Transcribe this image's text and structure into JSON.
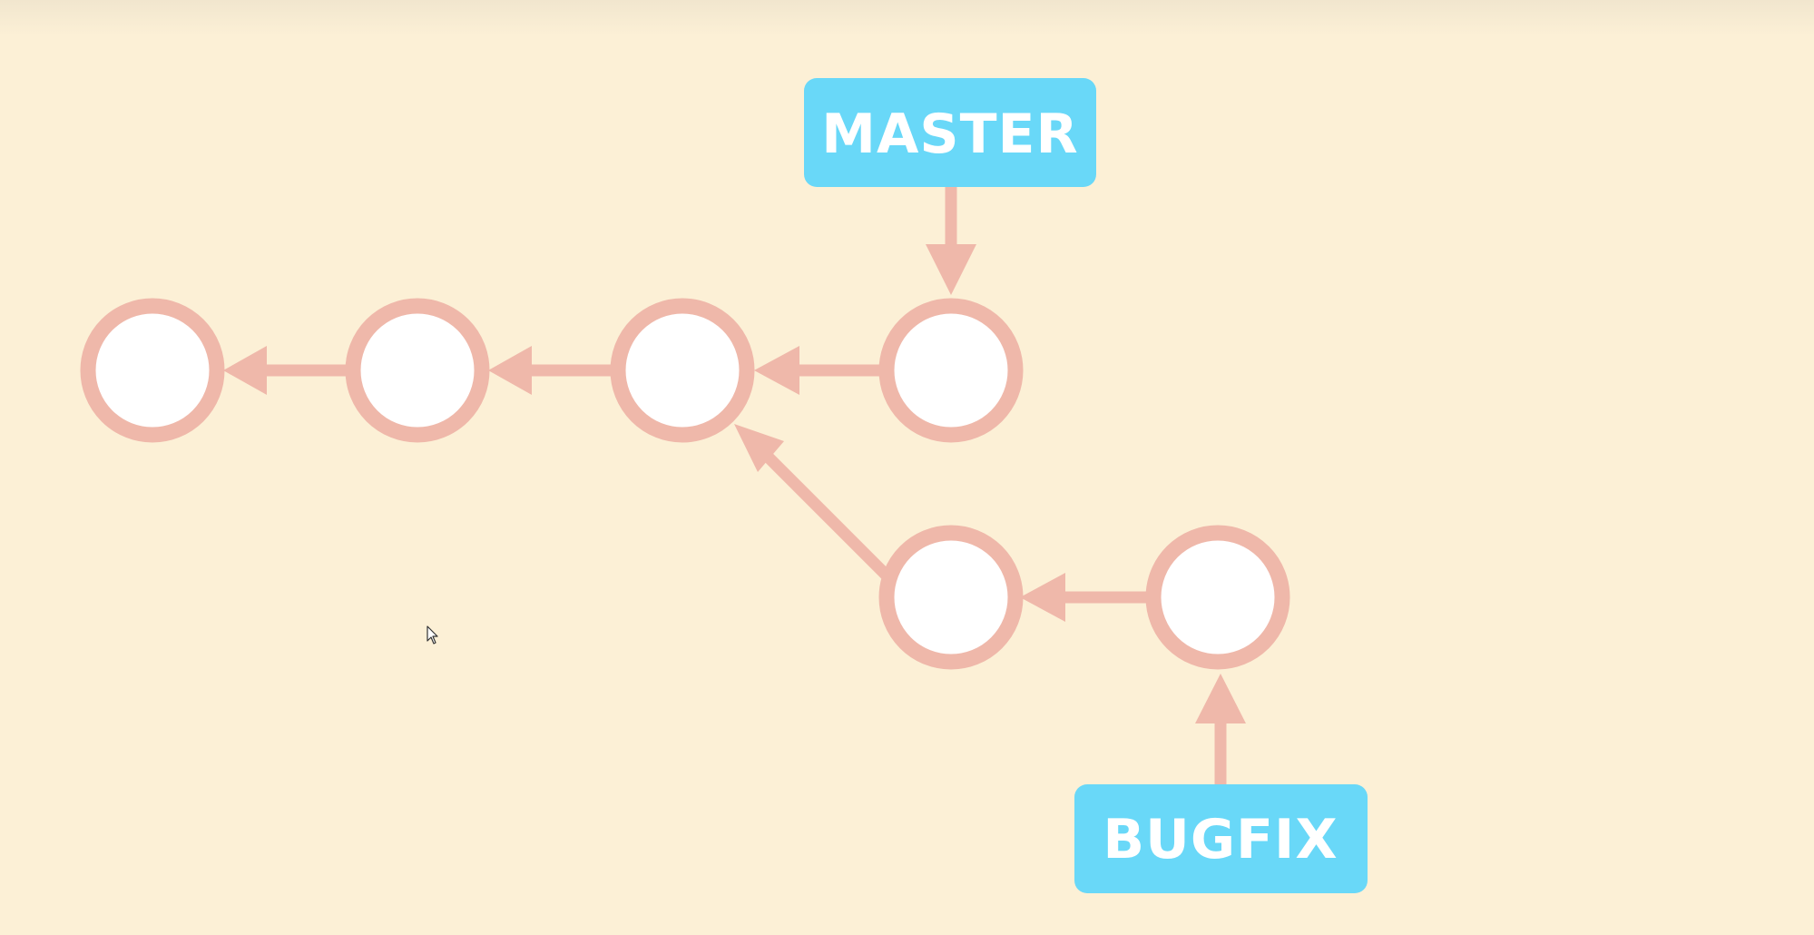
{
  "branches": {
    "master": {
      "label": "MASTER"
    },
    "bugfix": {
      "label": "BUGFIX"
    }
  },
  "colors": {
    "background": "#fcf0d6",
    "commit_ring": "#efb8aa",
    "commit_fill": "#ffffff",
    "arrow": "#efb8aa",
    "label_bg": "#69d8f8",
    "label_text": "#ffffff"
  },
  "commits": [
    {
      "id": "c1",
      "branch": "main"
    },
    {
      "id": "c2",
      "branch": "main"
    },
    {
      "id": "c3",
      "branch": "main"
    },
    {
      "id": "c4",
      "branch": "main"
    },
    {
      "id": "b1",
      "branch": "bugfix"
    },
    {
      "id": "b2",
      "branch": "bugfix"
    }
  ],
  "edges": [
    {
      "from": "c2",
      "to": "c1"
    },
    {
      "from": "c3",
      "to": "c2"
    },
    {
      "from": "c4",
      "to": "c3"
    },
    {
      "from": "b1",
      "to": "c3"
    },
    {
      "from": "b2",
      "to": "b1"
    }
  ],
  "pointers": [
    {
      "label_ref": "master",
      "target": "c4"
    },
    {
      "label_ref": "bugfix",
      "target": "b2"
    }
  ]
}
